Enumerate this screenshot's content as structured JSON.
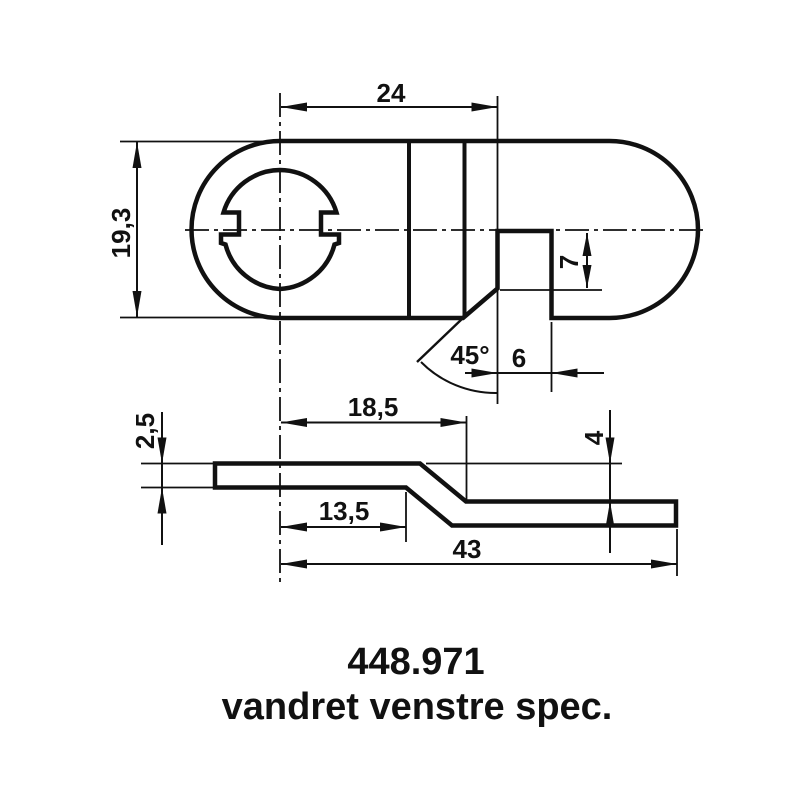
{
  "colors": {
    "ink": "#111111",
    "paper": "#ffffff"
  },
  "title_block": {
    "part_number": "448.971",
    "caption": "vandret venstre spec."
  },
  "top_view": {
    "dim_width": "24",
    "dim_height": "19,3",
    "dim_step_depth": "7",
    "dim_angle": "45°",
    "dim_notch_width": "6"
  },
  "side_view": {
    "dim_offset_top": "18,5",
    "dim_thickness": "2,5",
    "dim_joggle_height": "4",
    "dim_offset_bottom": "13,5",
    "dim_overall_length": "43"
  }
}
